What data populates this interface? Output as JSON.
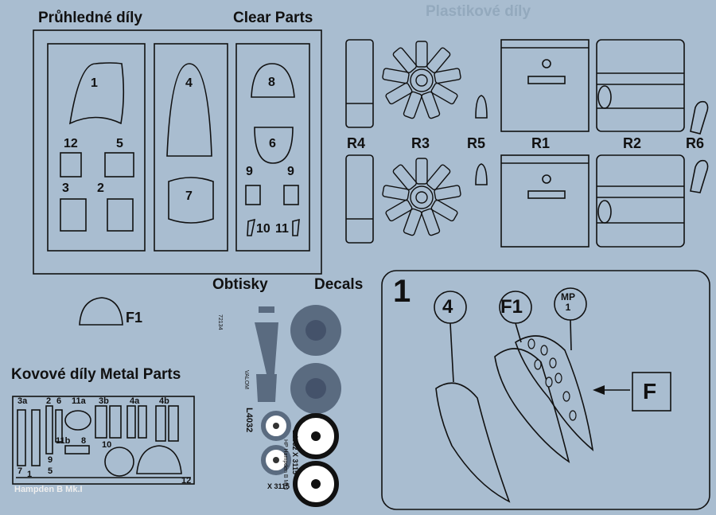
{
  "headers": {
    "clear_cz": "Průhledné díly",
    "clear_en": "Clear Parts",
    "decals_cz": "Obtisky",
    "decals_en": "Decals",
    "metal": "Kovové díly Metal Parts",
    "ghost_top": "Plastikové díly"
  },
  "clear_parts": [
    "1",
    "12",
    "5",
    "3",
    "2",
    "4",
    "7",
    "8",
    "6",
    "9",
    "9",
    "10",
    "11"
  ],
  "resin_labels": [
    "R4",
    "R3",
    "R5",
    "R1",
    "R2",
    "R6"
  ],
  "f1_label": "F1",
  "metal_labels": [
    "3a",
    "2",
    "6",
    "11a",
    "3b",
    "4a",
    "4b",
    "11b",
    "8",
    "10",
    "9",
    "5",
    "7",
    "1",
    "12"
  ],
  "metal_footer": "Hampden B Mk.I",
  "decal_texts": [
    "L4032",
    "L4032 X 3115",
    "X 3115",
    "HP Hampden B Mk.I",
    "VALOM",
    "72134"
  ],
  "step": {
    "number": "1",
    "callouts": [
      "4",
      "F1",
      "MP\n1"
    ],
    "arrow_label": "F"
  },
  "colors": {
    "background": "#a9bdd0",
    "lines": "#111111",
    "roundel": "#5a6b80"
  }
}
